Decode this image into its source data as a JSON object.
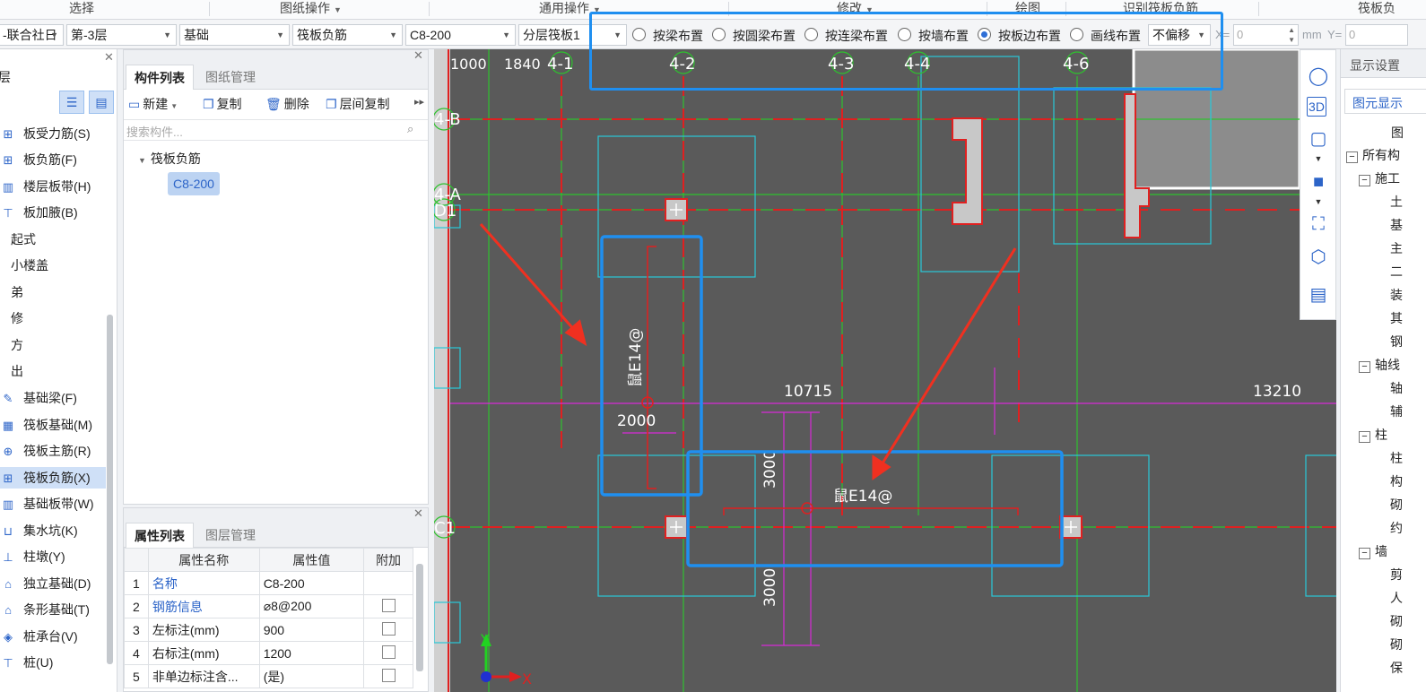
{
  "ribbon": {
    "groups": [
      "选择",
      "图纸操作",
      "通用操作",
      "修改",
      "绘图",
      "识别筏板负筋",
      "筏板负"
    ]
  },
  "toolbar": {
    "combos": [
      "-联合社日",
      "第-3层",
      "基础",
      "筏板负筋",
      "C8-200",
      "分层筏板1"
    ],
    "radios": [
      {
        "label": "按梁布置",
        "selected": false
      },
      {
        "label": "按圆梁布置",
        "selected": false
      },
      {
        "label": "按连梁布置",
        "selected": false
      },
      {
        "label": "按墙布置",
        "selected": false
      },
      {
        "label": "按板边布置",
        "selected": true
      },
      {
        "label": "画线布置",
        "selected": false
      }
    ],
    "offset_combo": "不偏移",
    "x_label": "X=",
    "x_value": "0",
    "mm_label": "mm",
    "y_label": "Y=",
    "y_value": "0"
  },
  "leftnav": {
    "items": [
      {
        "icon": "⊞",
        "label": "板受力筋(S)"
      },
      {
        "icon": "⊞",
        "label": "板负筋(F)"
      },
      {
        "icon": "▥",
        "label": "楼层板带(H)"
      },
      {
        "icon": "⊤",
        "label": "板加腋(B)"
      },
      {
        "icon": "",
        "label": "起式"
      },
      {
        "icon": "",
        "label": "小楼盖"
      },
      {
        "icon": "",
        "label": "弟"
      },
      {
        "icon": "",
        "label": "修"
      },
      {
        "icon": "",
        "label": "方"
      },
      {
        "icon": "",
        "label": "出"
      },
      {
        "icon": "✎",
        "label": "基础梁(F)"
      },
      {
        "icon": "▦",
        "label": "筏板基础(M)"
      },
      {
        "icon": "⊕",
        "label": "筏板主筋(R)"
      },
      {
        "icon": "⊞",
        "label": "筏板负筋(X)"
      },
      {
        "icon": "▥",
        "label": "基础板带(W)"
      },
      {
        "icon": "⊔",
        "label": "集水坑(K)"
      },
      {
        "icon": "⊥",
        "label": "柱墩(Y)"
      },
      {
        "icon": "⌂",
        "label": "独立基础(D)"
      },
      {
        "icon": "⌂",
        "label": "条形基础(T)"
      },
      {
        "icon": "◈",
        "label": "桩承台(V)"
      },
      {
        "icon": "⊤",
        "label": "桩(U)"
      }
    ],
    "selected_index": 13
  },
  "component_panel": {
    "tabs": [
      "构件列表",
      "图纸管理"
    ],
    "buttons": [
      "新建",
      "复制",
      "删除",
      "层间复制"
    ],
    "search_placeholder": "搜索构件...",
    "tree_parent": "筏板负筋",
    "tree_child": "C8-200"
  },
  "property_panel": {
    "tabs": [
      "属性列表",
      "图层管理"
    ],
    "headers": [
      "属性名称",
      "属性值",
      "附加"
    ],
    "rows": [
      {
        "num": "1",
        "name": "名称",
        "value": "C8-200",
        "blue": true,
        "check": false
      },
      {
        "num": "2",
        "name": "钢筋信息",
        "value": "⌀8@200",
        "blue": true,
        "check": true
      },
      {
        "num": "3",
        "name": "左标注(mm)",
        "value": "900",
        "blue": false,
        "check": true
      },
      {
        "num": "4",
        "name": "右标注(mm)",
        "value": "1200",
        "blue": false,
        "check": true
      },
      {
        "num": "5",
        "name": "非单边标注含...",
        "value": "(是)",
        "blue": false,
        "check": true
      }
    ]
  },
  "canvas": {
    "axis_top": [
      "1000",
      "1840",
      "4-1",
      "4-2",
      "4-3",
      "4-4",
      "4-6"
    ],
    "axis_left": [
      "4-B",
      "4-A",
      "D1",
      "C1"
    ],
    "dims": [
      "10715",
      "13210",
      "2000",
      "3000",
      "3000"
    ],
    "rebar_labels": [
      "鼠E14@",
      "鼠E14@"
    ],
    "axis_x": "X",
    "axis_y": "Y"
  },
  "right_panel": {
    "title": "显示设置",
    "tab": "图元显示",
    "col_head": "图",
    "tree": [
      "所有构",
      "施工",
      "土",
      "基",
      "主",
      "二",
      "装",
      "其",
      "钢",
      "轴线",
      "轴",
      "辅",
      "柱",
      "柱",
      "构",
      "砌",
      "约",
      "墙",
      "剪",
      "人",
      "砌",
      "砌",
      "保"
    ]
  }
}
